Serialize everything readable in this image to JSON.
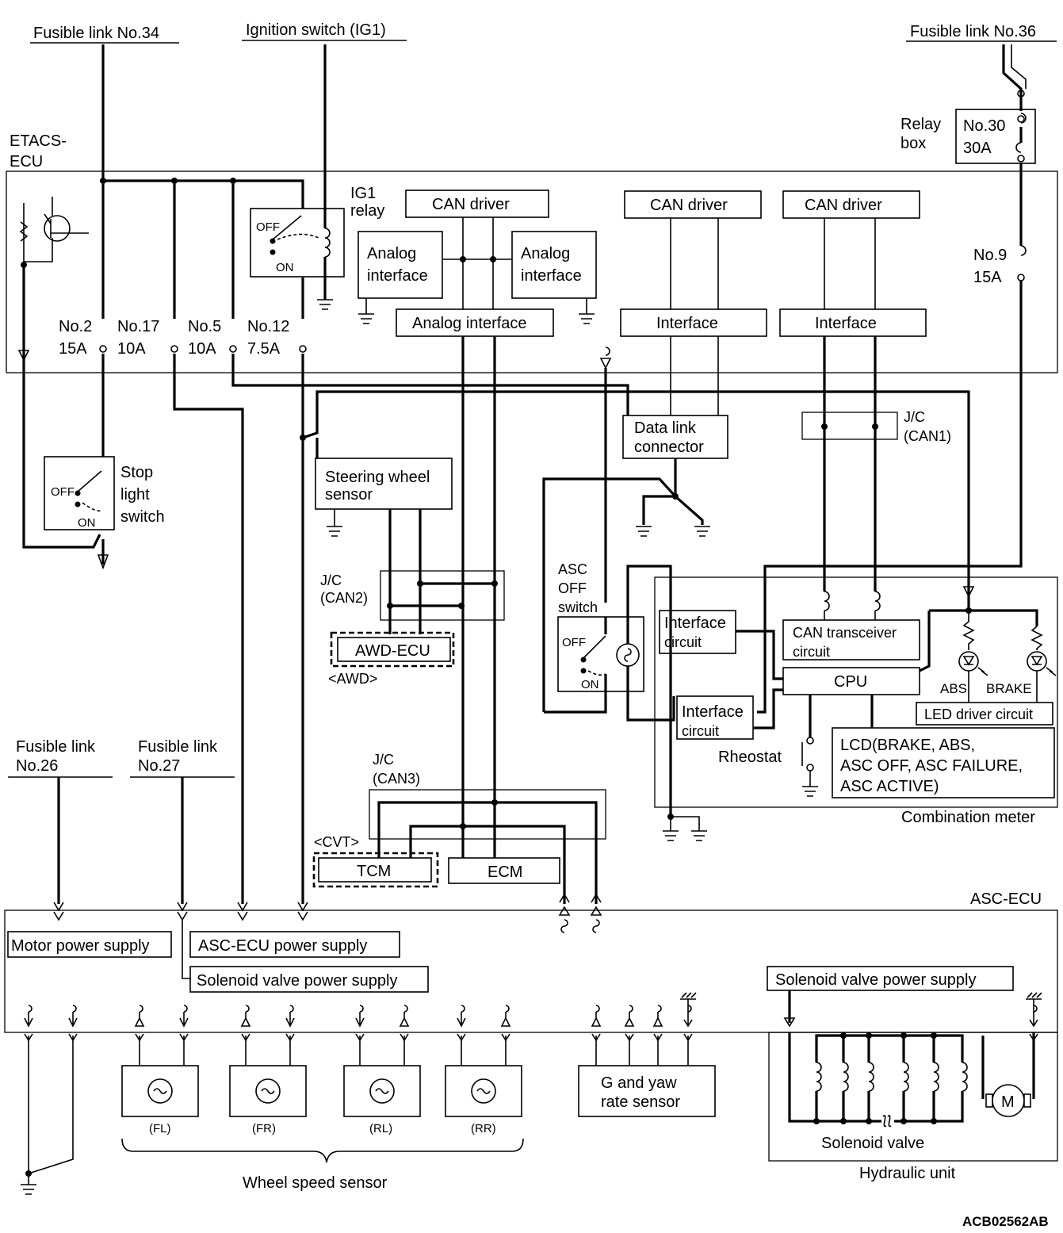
{
  "top_labels": {
    "fusible_34": "Fusible link No.34",
    "ignition": "Ignition switch (IG1)",
    "fusible_36": "Fusible link No.36"
  },
  "etacs": {
    "title_line1": "ETACS-",
    "title_line2": "ECU",
    "ig1_relay_line1": "IG1",
    "ig1_relay_line2": "relay",
    "relay_off": "OFF",
    "relay_on": "ON",
    "can_driver": "CAN driver",
    "analog_interface_line1": "Analog",
    "analog_interface_line2": "interface",
    "analog_interface": "Analog interface",
    "interface": "Interface",
    "fuses": [
      {
        "no": "No.2",
        "amp": "15A"
      },
      {
        "no": "No.17",
        "amp": "10A"
      },
      {
        "no": "No.5",
        "amp": "10A"
      },
      {
        "no": "No.12",
        "amp": "7.5A"
      }
    ]
  },
  "relay_box": {
    "label_line1": "Relay",
    "label_line2": "box",
    "fuse_no": "No.30",
    "fuse_amp": "30A",
    "fuse9_no": "No.9",
    "fuse9_amp": "15A"
  },
  "stop_light": {
    "line1": "Stop",
    "line2": "light",
    "line3": "switch",
    "off": "OFF",
    "on": "ON"
  },
  "data_link": {
    "line1": "Data link",
    "line2": "connector"
  },
  "jc_can1": {
    "line1": "J/C",
    "line2": "(CAN1)"
  },
  "jc_can2": {
    "line1": "J/C",
    "line2": "(CAN2)"
  },
  "jc_can3": {
    "line1": "J/C",
    "line2": "(CAN3)"
  },
  "steering": {
    "line1": "Steering wheel",
    "line2": "sensor"
  },
  "awd": {
    "ecu": "AWD-ECU",
    "tag": "<AWD>"
  },
  "asc_off": {
    "line1": "ASC",
    "line2": "OFF",
    "line3": "switch",
    "off": "OFF",
    "on": "ON"
  },
  "combination_meter": {
    "title": "Combination meter",
    "interface_circuit_line1": "Interface",
    "interface_circuit_line2": "circuit",
    "can_transceiver_line1": "CAN transceiver",
    "can_transceiver_line2": "circuit",
    "cpu": "CPU",
    "abs": "ABS",
    "brake": "BRAKE",
    "led_driver": "LED driver circuit",
    "rheostat": "Rheostat",
    "lcd_line1": "LCD(BRAKE, ABS,",
    "lcd_line2": "ASC OFF, ASC FAILURE,",
    "lcd_line3": "ASC ACTIVE)"
  },
  "fusible_26": {
    "line1": "Fusible link",
    "line2": "No.26"
  },
  "fusible_27": {
    "line1": "Fusible link",
    "line2": "No.27"
  },
  "cvt": {
    "tag": "<CVT>",
    "tcm": "TCM",
    "ecm": "ECM"
  },
  "asc_ecu": {
    "title": "ASC-ECU",
    "motor_power": "Motor power supply",
    "asc_power": "ASC-ECU power supply",
    "solenoid_power": "Solenoid valve power supply",
    "solenoid_power_right": "Solenoid valve power supply"
  },
  "wheel_sensors": {
    "positions": [
      "(FL)",
      "(FR)",
      "(RL)",
      "(RR)"
    ],
    "label": "Wheel speed sensor"
  },
  "g_yaw": {
    "line1": "G and yaw",
    "line2": "rate sensor"
  },
  "hydraulic": {
    "solenoid_valve": "Solenoid valve",
    "title": "Hydraulic unit",
    "motor": "M"
  },
  "code": "ACB02562AB"
}
